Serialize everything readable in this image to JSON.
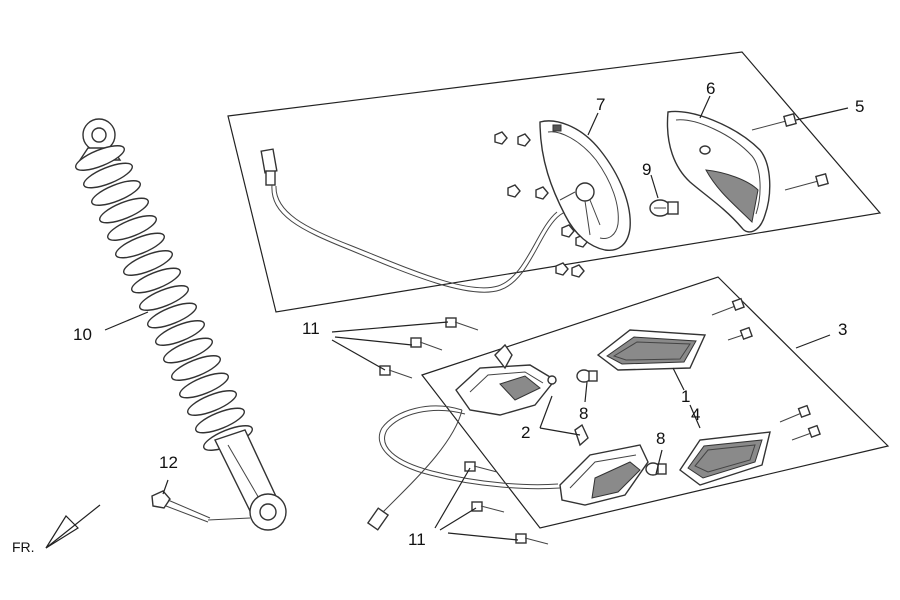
{
  "diagram": {
    "labels": {
      "p1": "1",
      "p2": "2",
      "p3": "3",
      "p4": "4",
      "p5": "5",
      "p6": "6",
      "p7": "7",
      "p8a": "8",
      "p8b": "8",
      "p9": "9",
      "p10": "10",
      "p11a": "11",
      "p11b": "11",
      "p12": "12"
    },
    "direction": "FR."
  }
}
